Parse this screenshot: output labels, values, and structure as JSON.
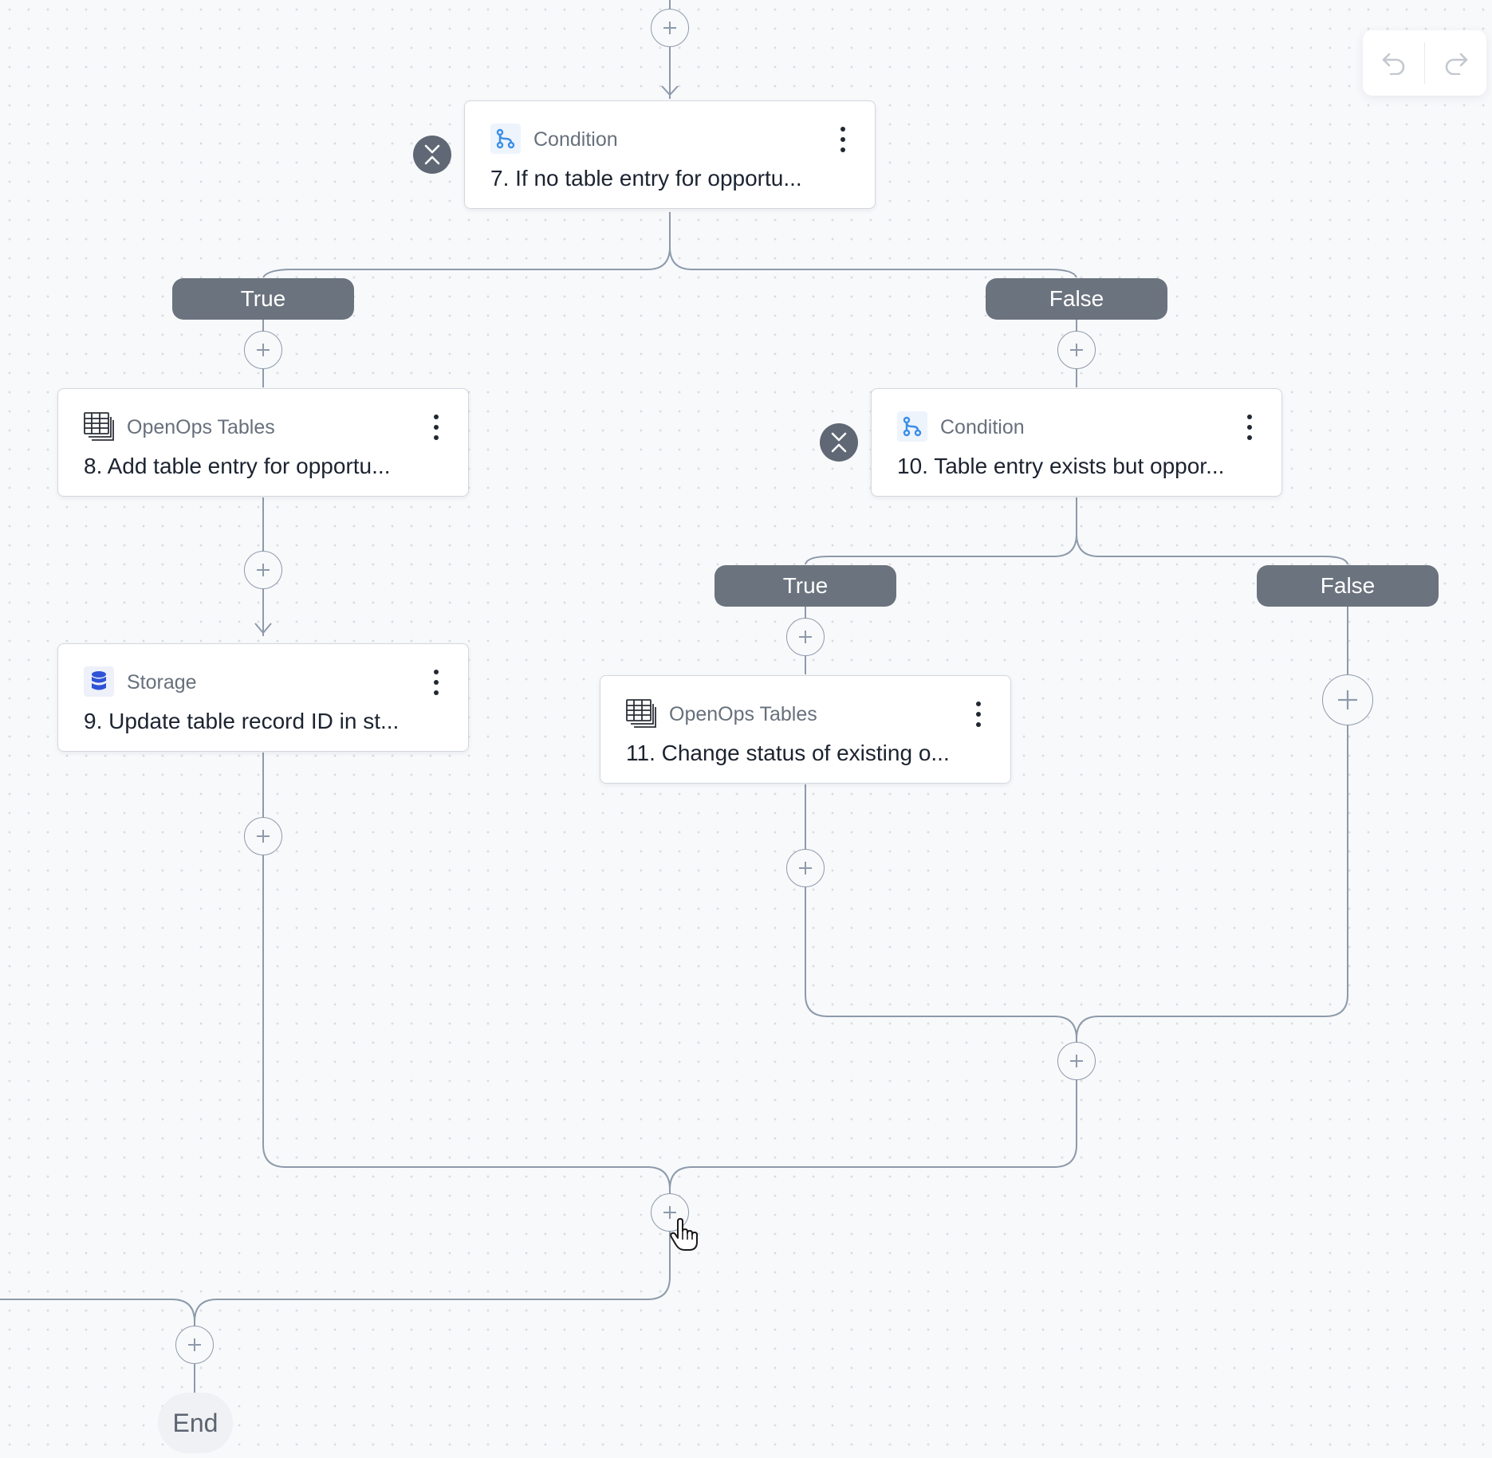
{
  "toolbar": {
    "undo_icon": "undo-icon",
    "redo_icon": "redo-icon"
  },
  "nodes": [
    {
      "id": "7",
      "type": "Condition",
      "title": "7. If no table entry for opportu...",
      "icon": "condition-icon"
    },
    {
      "id": "8",
      "type": "OpenOps Tables",
      "title": "8. Add table entry for opportu...",
      "icon": "table-icon"
    },
    {
      "id": "9",
      "type": "Storage",
      "title": "9. Update table record ID in st...",
      "icon": "storage-icon"
    },
    {
      "id": "10",
      "type": "Condition",
      "title": "10. Table entry exists but oppor...",
      "icon": "condition-icon"
    },
    {
      "id": "11",
      "type": "OpenOps Tables",
      "title": "11. Change status of existing o...",
      "icon": "table-icon"
    }
  ],
  "branches": {
    "true_label": "True",
    "false_label": "False"
  },
  "end_label": "End",
  "colors": {
    "canvas": "#f8f9fb",
    "wire": "#8d9aaa",
    "branch_pill": "#6b737e",
    "condition_icon": "#3b8ee8",
    "storage_icon": "#2f53d6"
  }
}
